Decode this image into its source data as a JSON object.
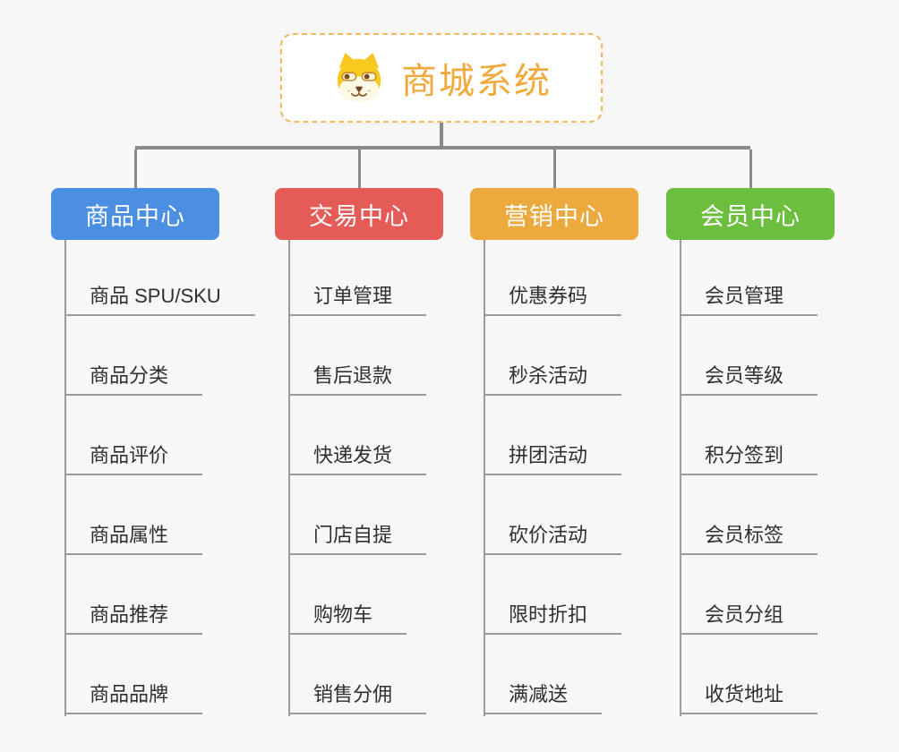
{
  "root": {
    "title": "商城系统",
    "icon": "dog-face-icon",
    "accent_color": "#f2a93c",
    "border_color": "#f4b860"
  },
  "connector_color": "#8a8a8a",
  "item_line_color": "#9b9b9b",
  "item_text_color": "#2f2f33",
  "background_color": "#f7f7f7",
  "branches": [
    {
      "label": "商品中心",
      "color": "#4b8fe2",
      "items": [
        "商品 SPU/SKU",
        "商品分类",
        "商品评价",
        "商品属性",
        "商品推荐",
        "商品品牌"
      ]
    },
    {
      "label": "交易中心",
      "color": "#e45b58",
      "items": [
        "订单管理",
        "售后退款",
        "快递发货",
        "门店自提",
        "购物车",
        "销售分佣"
      ]
    },
    {
      "label": "营销中心",
      "color": "#eca93d",
      "items": [
        "优惠券码",
        "秒杀活动",
        "拼团活动",
        "砍价活动",
        "限时折扣",
        "满减送"
      ]
    },
    {
      "label": "会员中心",
      "color": "#6cbe3e",
      "items": [
        "会员管理",
        "会员等级",
        "积分签到",
        "会员标签",
        "会员分组",
        "收货地址"
      ]
    }
  ]
}
